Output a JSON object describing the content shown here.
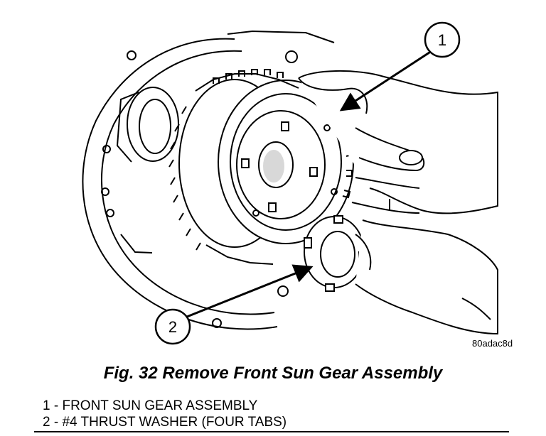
{
  "figure": {
    "image_code": "80adac8d",
    "caption": "Fig. 32 Remove Front Sun Gear Assembly",
    "callouts": [
      {
        "number": "1",
        "label": "FRONT SUN GEAR ASSEMBLY"
      },
      {
        "number": "2",
        "label": "#4 THRUST WASHER (FOUR TABS)"
      }
    ],
    "separator": " - "
  }
}
